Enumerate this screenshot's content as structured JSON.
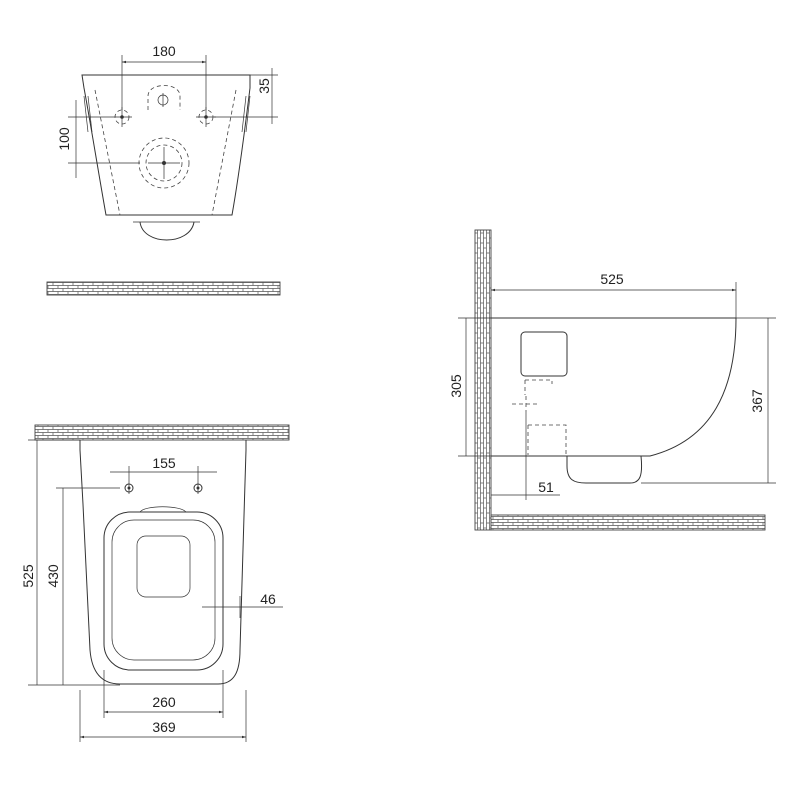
{
  "top_view": {
    "dims": {
      "bolt_spacing": "180",
      "bolt_offset_from_top": "35",
      "bolt_to_inlet": "100"
    }
  },
  "plan_view": {
    "dims": {
      "fixing_bolt_spacing": "155",
      "seat_setback": "46",
      "total_depth": "525",
      "depth_to_seat_front": "430",
      "rim_inner_width": "260",
      "overall_width": "369"
    }
  },
  "side_view": {
    "dims": {
      "projection": "525",
      "height_back": "305",
      "height_front": "367",
      "outlet_offset": "51"
    }
  }
}
